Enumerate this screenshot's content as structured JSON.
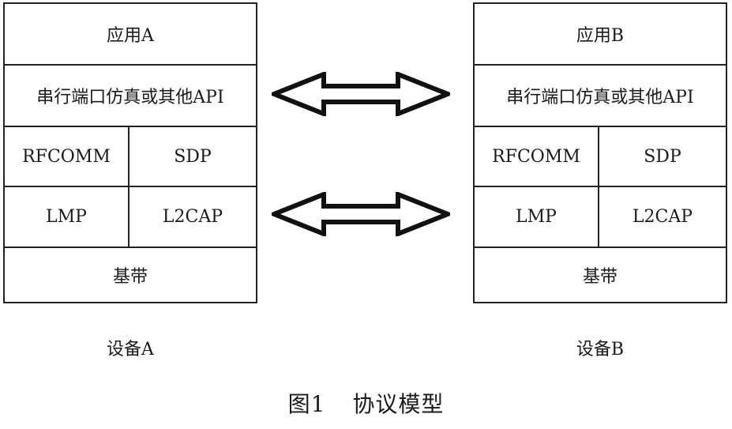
{
  "device_a": {
    "application": "应用A",
    "api": "串行端口仿真或其他API",
    "rfcomm": "RFCOMM",
    "sdp": "SDP",
    "lmp": "LMP",
    "l2cap": "L2CAP",
    "baseband": "基带",
    "label": "设备A"
  },
  "device_b": {
    "application": "应用B",
    "api": "串行端口仿真或其他API",
    "rfcomm": "RFCOMM",
    "sdp": "SDP",
    "lmp": "LMP",
    "l2cap": "L2CAP",
    "baseband": "基带",
    "label": "设备B"
  },
  "caption": {
    "number": "图1",
    "title": "协议模型"
  },
  "icons": [
    "double-arrow-icon",
    "double-arrow-icon"
  ]
}
